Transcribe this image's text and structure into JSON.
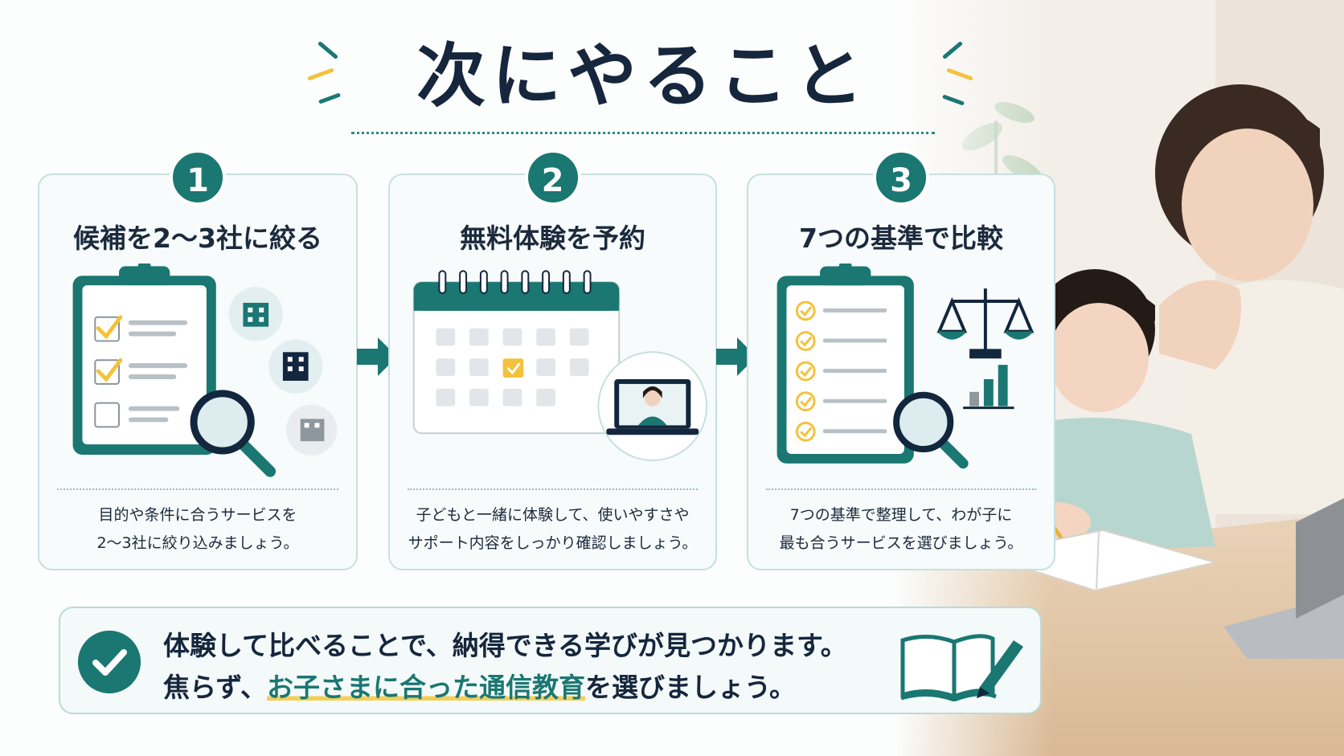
{
  "title": "次にやること",
  "steps": [
    {
      "number": "1",
      "title": "候補を2〜3社に絞る",
      "desc_lines": [
        "目的や条件に合うサービスを",
        "2〜3社に絞り込みましょう。"
      ]
    },
    {
      "number": "2",
      "title": "無料体験を予約",
      "desc_lines": [
        "子どもと一緒に体験して、使いやすさや",
        "サポート内容をしっかり確認しましょう。"
      ]
    },
    {
      "number": "3",
      "title": "7つの基準で比較",
      "desc_lines": [
        "7つの基準で整理して、わが子に",
        "最も合うサービスを選びましょう。"
      ]
    }
  ],
  "banner": {
    "line1": "体験して比べることで、納得できる学びが見つかります。",
    "line2_prefix": "焦らず、",
    "line2_highlight": "お子さまに合った通信教育",
    "line2_suffix": "を選びましょう。"
  },
  "icons": {
    "step1": [
      "clipboard-checklist-icon",
      "magnifier-icon",
      "building-icon"
    ],
    "step2": [
      "calendar-icon",
      "laptop-video-call-icon"
    ],
    "step3": [
      "clipboard-checklist-icon",
      "magnifier-icon",
      "scale-icon",
      "bar-chart-icon"
    ],
    "banner": [
      "check-circle-icon",
      "book-pencil-icon"
    ]
  },
  "colors": {
    "primary": "#1a7772",
    "accent": "#f3c23d",
    "text": "#15263d",
    "card_border": "#c7e0de"
  }
}
